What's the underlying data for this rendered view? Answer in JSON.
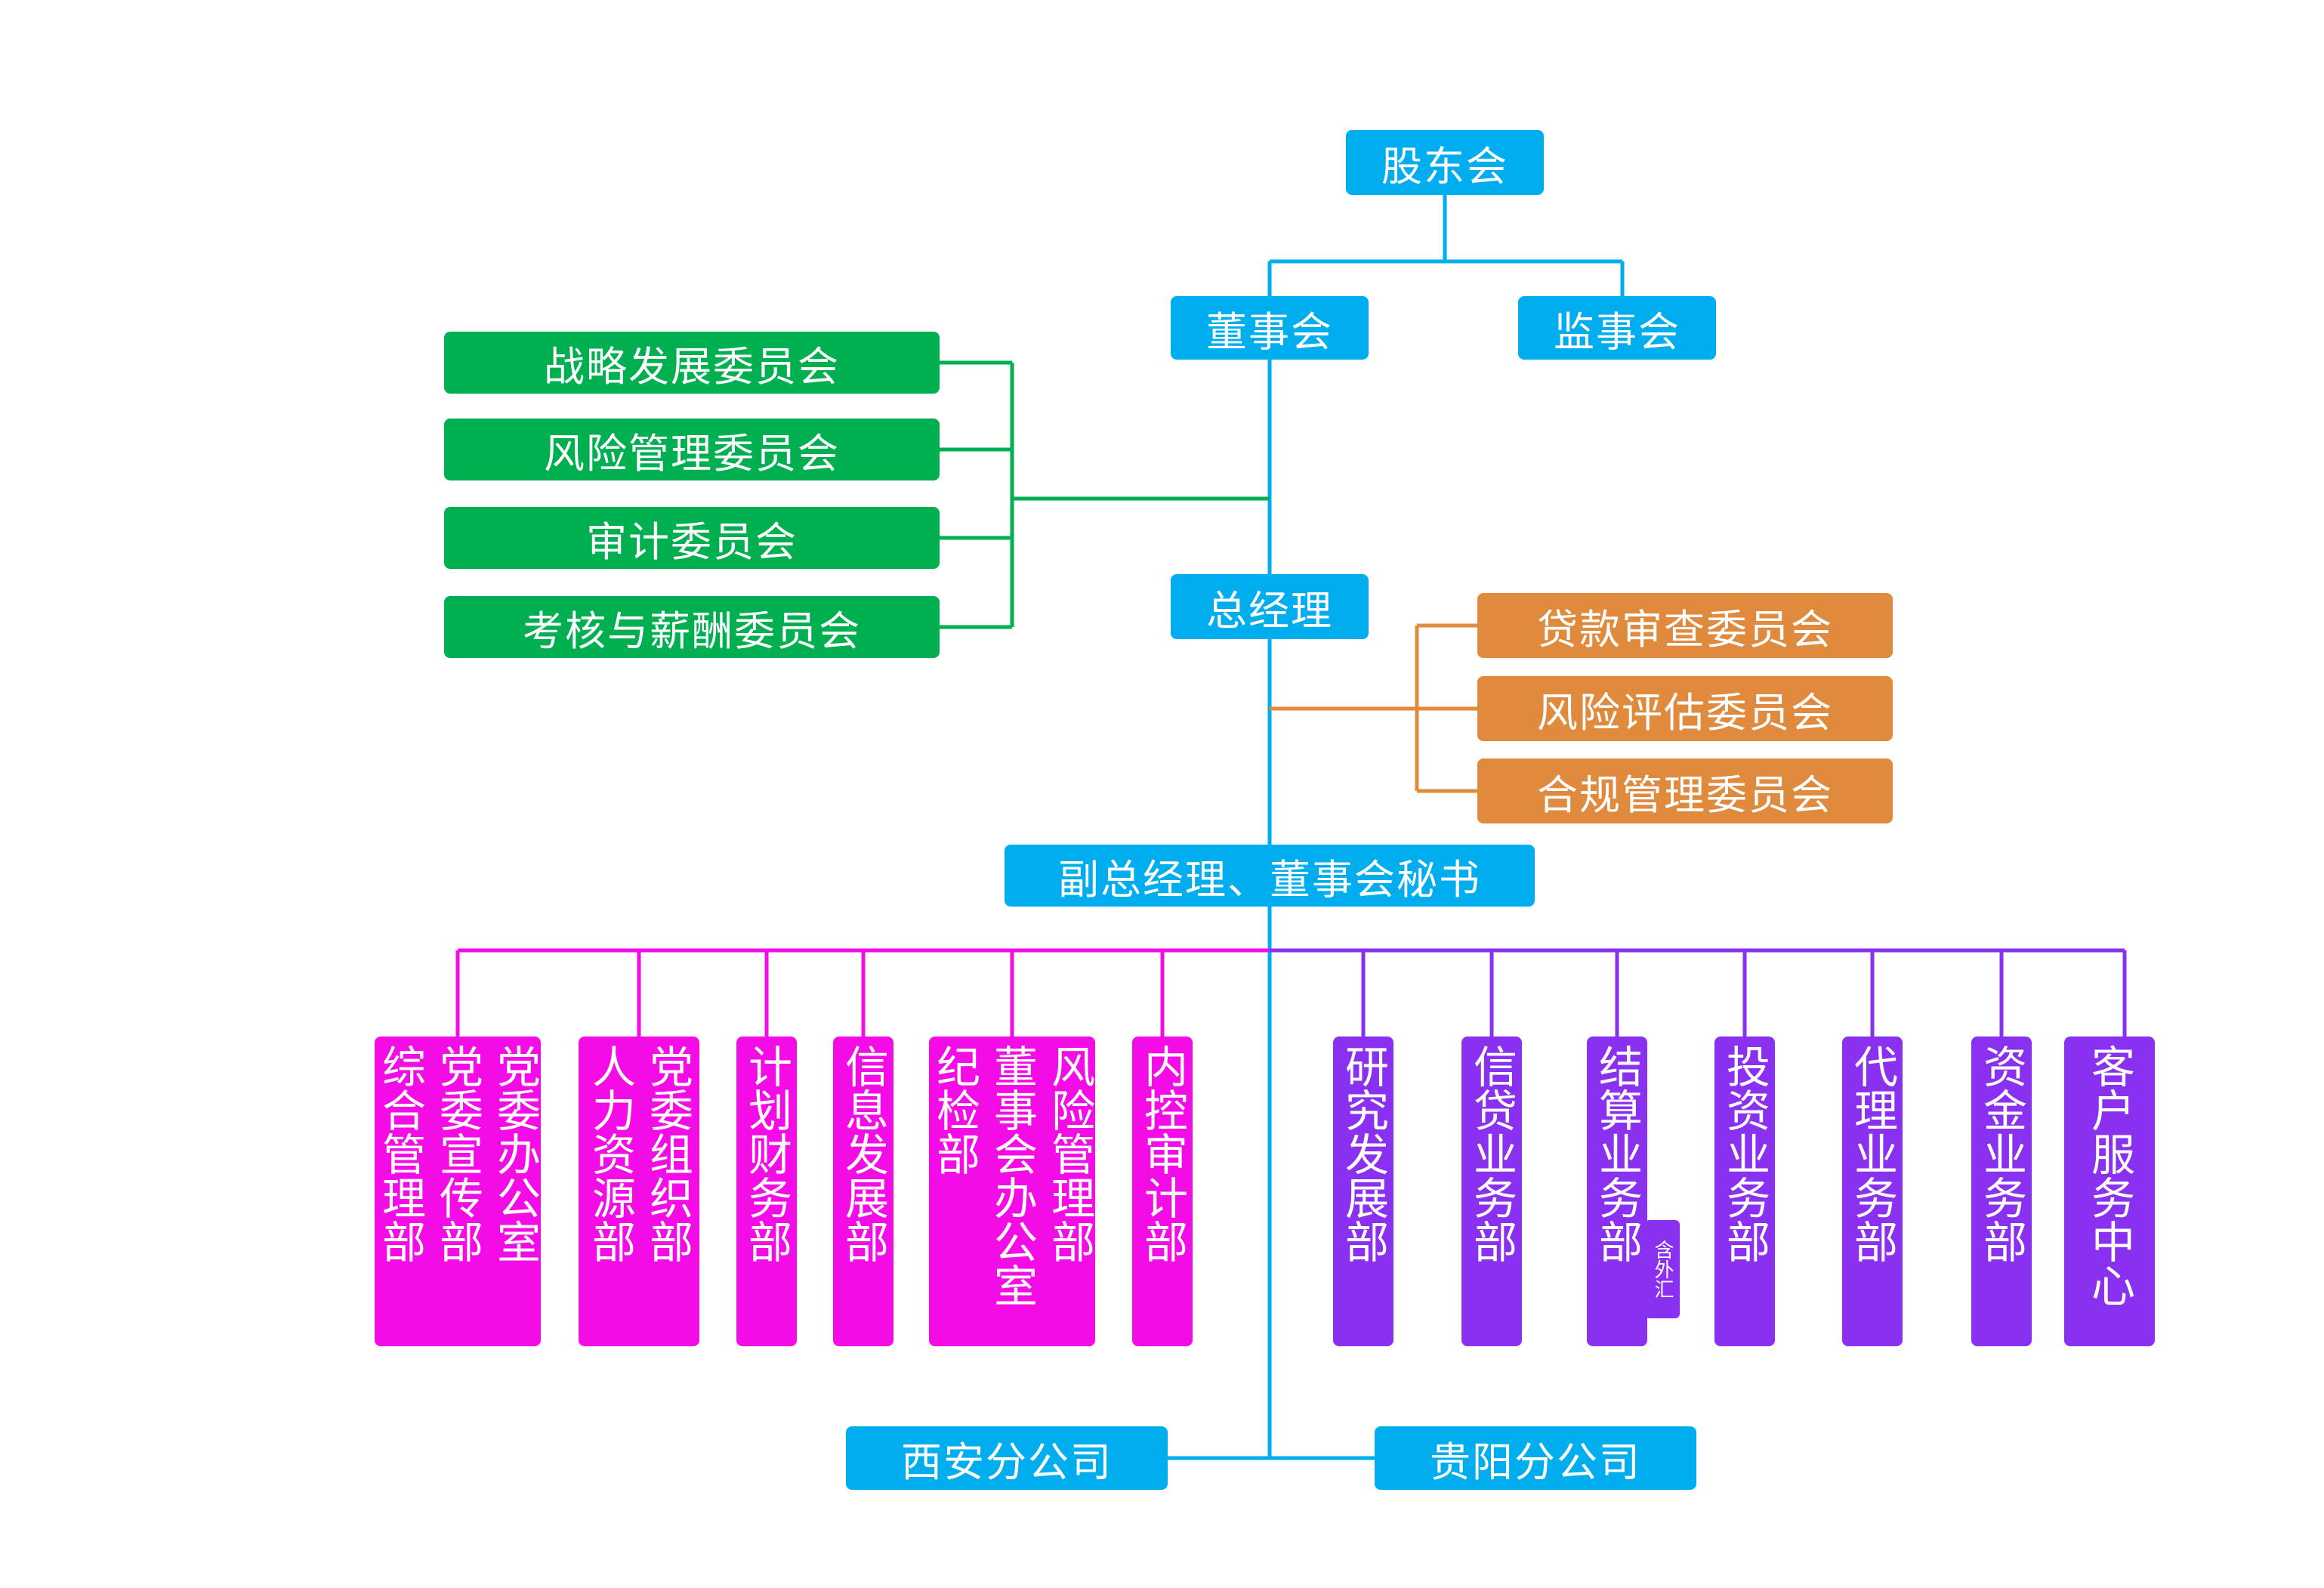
{
  "colors": {
    "blue": "#00aeef",
    "green": "#00b050",
    "orange": "#df8a3d",
    "magenta": "#f40ce6",
    "purple": "#8a30f0"
  },
  "top": {
    "shareholders": "股东会",
    "board": "董事会",
    "supervisors": "监事会",
    "gm": "总经理",
    "deputy": "副总经理、董事会秘书"
  },
  "board_committees": [
    "战略发展委员会",
    "风险管理委员会",
    "审计委员会",
    "考核与薪酬委员会"
  ],
  "gm_committees": [
    "贷款审查委员会",
    "风险评估委员会",
    "合规管理委员会"
  ],
  "magenta_departments": [
    {
      "columns": [
        "党委办公室",
        "党委宣传部",
        "综合管理部"
      ]
    },
    {
      "columns": [
        "党委组织部",
        "人力资源部"
      ]
    },
    {
      "columns": [
        "计划财务部"
      ]
    },
    {
      "columns": [
        "信息发展部"
      ]
    },
    {
      "columns": [
        "风险管理部",
        "董事会办公室",
        "纪检部"
      ]
    },
    {
      "columns": [
        "内控审计部"
      ]
    }
  ],
  "purple_departments": [
    {
      "columns": [
        "研究发展部"
      ]
    },
    {
      "columns": [
        "信贷业务部"
      ]
    },
    {
      "columns": [
        "结算业务部"
      ],
      "note": "含外汇"
    },
    {
      "columns": [
        "投资业务部"
      ]
    },
    {
      "columns": [
        "代理业务部"
      ]
    },
    {
      "columns": [
        "资金业务部"
      ]
    },
    {
      "columns": [
        "客户服务中心"
      ]
    }
  ],
  "branches": [
    "西安分公司",
    "贵阳分公司"
  ]
}
